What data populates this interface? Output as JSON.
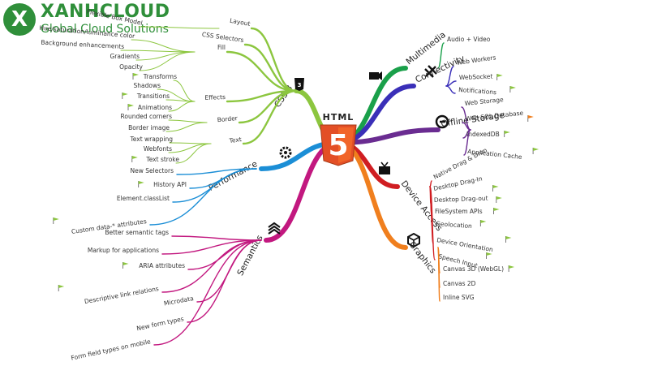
{
  "logo": {
    "name": "XANHCLOUD",
    "tagline": "Global Cloud Solutions",
    "mark": "X"
  },
  "center": {
    "label": "HTML",
    "glyph": "5"
  },
  "colors": {
    "css3": "#8cc63f",
    "performance": "#1b8ed6",
    "semantics": "#c2187f",
    "multimedia": "#1aa04a",
    "connectivity": "#3a2fb8",
    "offline": "#6a2c91",
    "device": "#d01e22",
    "graphics": "#f07f1e",
    "center": "#e34f26",
    "flag": "#8cc63f",
    "flag_orange": "#f07f1e"
  },
  "branches": [
    {
      "key": "css3",
      "label": "CSS 3",
      "icon": "css3-icon",
      "groups": [
        {
          "label": "Layout",
          "leaves": [
            {
              "label": "Flexible Box Model",
              "flag": false
            }
          ]
        },
        {
          "label": "CSS Selectors",
          "leaves": []
        },
        {
          "label": "Fill",
          "leaves": [
            {
              "label": "Hue/saturation/luminance color",
              "flag": false
            },
            {
              "label": "Background enhancements",
              "flag": false
            },
            {
              "label": "Gradients",
              "flag": false
            },
            {
              "label": "Opacity",
              "flag": false
            }
          ]
        },
        {
          "label": "Effects",
          "leaves": [
            {
              "label": "Transforms",
              "flag": true
            },
            {
              "label": "Shadows",
              "flag": false
            },
            {
              "label": "Transitions",
              "flag": true
            },
            {
              "label": "Animations",
              "flag": true
            }
          ]
        },
        {
          "label": "Border",
          "leaves": [
            {
              "label": "Rounded corners",
              "flag": false
            },
            {
              "label": "Border image",
              "flag": false
            }
          ]
        },
        {
          "label": "Text",
          "leaves": [
            {
              "label": "Text wrapping",
              "flag": false
            },
            {
              "label": "Webfonts",
              "flag": false
            },
            {
              "label": "Text stroke",
              "flag": true
            }
          ]
        }
      ]
    },
    {
      "key": "performance",
      "label": "Performance",
      "icon": "gear-icon",
      "leaves": [
        {
          "label": "New Selectors",
          "flag": false
        },
        {
          "label": "History API",
          "flag": true
        },
        {
          "label": "Element.classList",
          "flag": false
        },
        {
          "label": "Custom data-* attributes",
          "flag": true
        }
      ]
    },
    {
      "key": "semantics",
      "label": "Semantics",
      "icon": "layers-icon",
      "leaves": [
        {
          "label": "Better semantic tags",
          "flag": false
        },
        {
          "label": "Markup for applications",
          "flag": false
        },
        {
          "label": "ARIA attributes",
          "flag": true
        },
        {
          "label": "Descriptive link relations",
          "flag": true
        },
        {
          "label": "Microdata",
          "flag": false
        },
        {
          "label": "New form types",
          "flag": false
        },
        {
          "label": "Form field types on mobile",
          "flag": false
        }
      ]
    },
    {
      "key": "multimedia",
      "label": "Multimedia",
      "icon": "video-icon",
      "leaves": [
        {
          "label": "Audio + Video",
          "flag": false
        }
      ]
    },
    {
      "key": "connectivity",
      "label": "Connectivity",
      "icon": "satellite-icon",
      "leaves": [
        {
          "label": "Web Workers",
          "flag": false
        },
        {
          "label": "WebSocket",
          "flag": true
        },
        {
          "label": "Notifications",
          "flag": true
        }
      ]
    },
    {
      "key": "offline",
      "label": "Offline Storage",
      "icon": "storage-icon",
      "leaves": [
        {
          "label": "Web Storage",
          "flag": false
        },
        {
          "label": "Web SQL Database",
          "flag": true,
          "flagColor": "orange"
        },
        {
          "label": "IndexedDB",
          "flag": true
        },
        {
          "label": "Application Cache",
          "flag": true
        }
      ]
    },
    {
      "key": "device",
      "label": "Device Access",
      "icon": "device-icon",
      "leaves": [
        {
          "label": "Native Drag & Drop",
          "flag": false
        },
        {
          "label": "Desktop Drag-In",
          "flag": true
        },
        {
          "label": "Desktop Drag-out",
          "flag": true
        },
        {
          "label": "FileSystem APIs",
          "flag": true
        },
        {
          "label": "Geolocation",
          "flag": true
        },
        {
          "label": "Device Orientation",
          "flag": true
        },
        {
          "label": "Speech Input",
          "flag": true
        }
      ]
    },
    {
      "key": "graphics",
      "label": "Graphics",
      "icon": "cube-icon",
      "leaves": [
        {
          "label": "Canvas 3D (WebGL)",
          "flag": true
        },
        {
          "label": "Canvas 2D",
          "flag": false
        },
        {
          "label": "Inline SVG",
          "flag": false
        }
      ]
    }
  ]
}
